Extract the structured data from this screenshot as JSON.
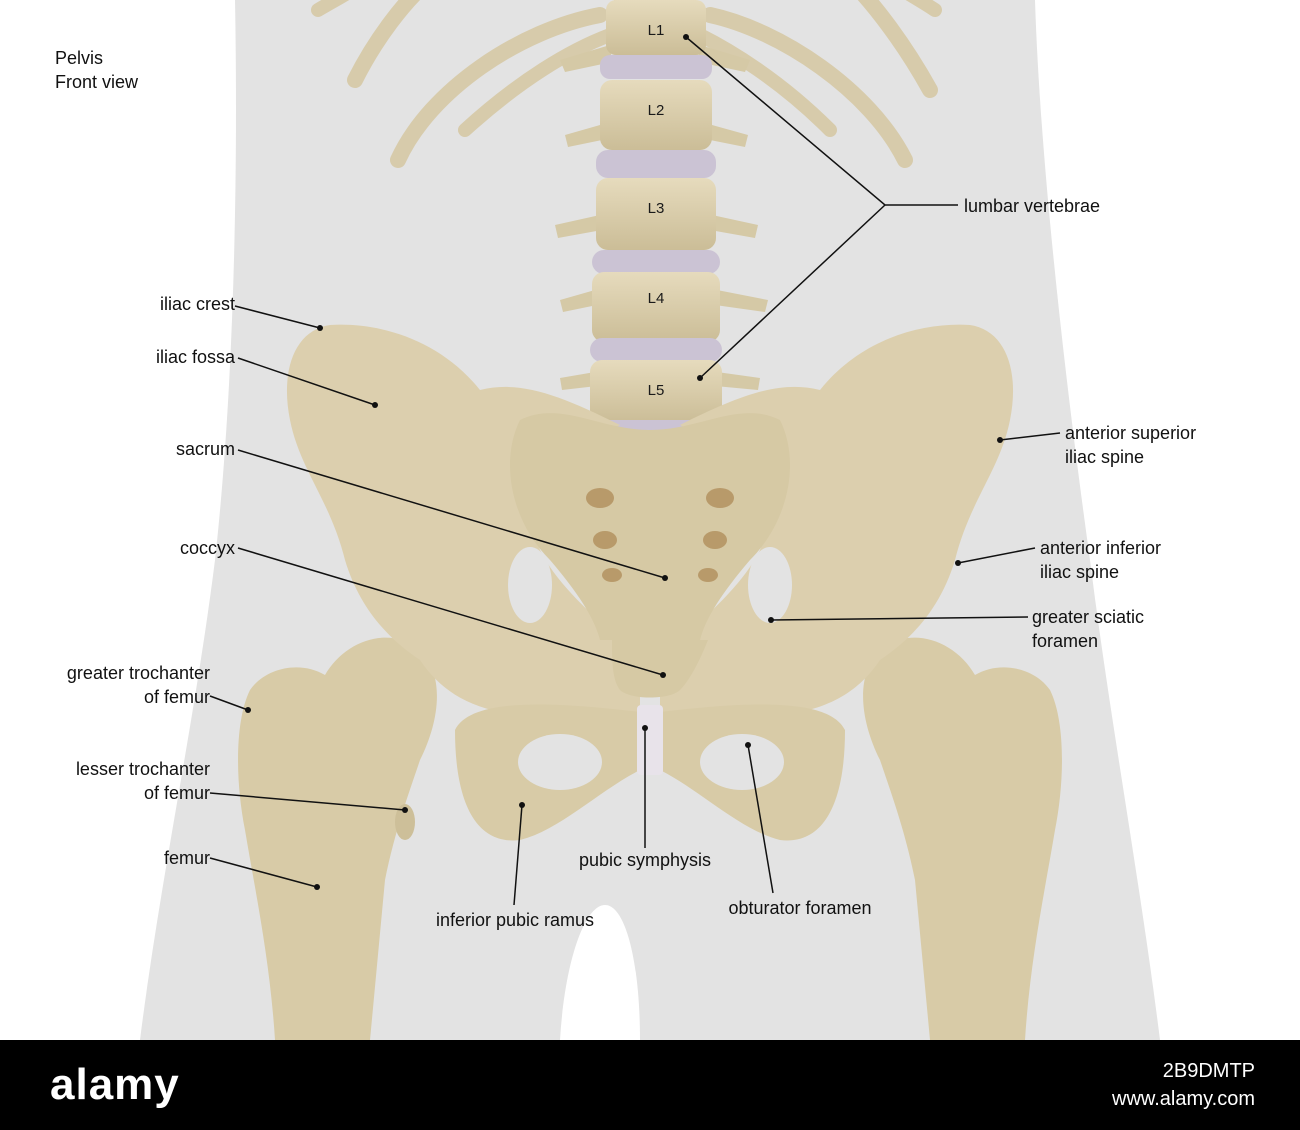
{
  "title": {
    "line1": "Pelvis",
    "line2": "Front view"
  },
  "vertebrae": [
    "L1",
    "L2",
    "L3",
    "L4",
    "L5"
  ],
  "labels": {
    "lumbar_vertebrae": "lumbar vertebrae",
    "iliac_crest": "iliac crest",
    "iliac_fossa": "iliac fossa",
    "sacrum": "sacrum",
    "coccyx": "coccyx",
    "asis_1": "anterior superior",
    "asis_2": "iliac spine",
    "aiis_1": "anterior inferior",
    "aiis_2": "iliac spine",
    "gsf_1": "greater sciatic",
    "gsf_2": "foramen",
    "gt_1": "greater trochanter",
    "gt_2": "of femur",
    "lt_1": "lesser trochanter",
    "lt_2": "of femur",
    "femur": "femur",
    "pubic_symphysis": "pubic symphysis",
    "inferior_pubic_ramus": "inferior pubic ramus",
    "obturator_foramen": "obturator foramen"
  },
  "footer": {
    "brand": "alamy",
    "image_code": "2B9DMTP",
    "site": "www.alamy.com"
  },
  "colors": {
    "silhouette": "#e3e3e3",
    "bone": "#dccfae",
    "bone_shade": "#c2b38e",
    "disc": "#cbc3d4",
    "leader": "#111111",
    "footer": "#000000"
  }
}
